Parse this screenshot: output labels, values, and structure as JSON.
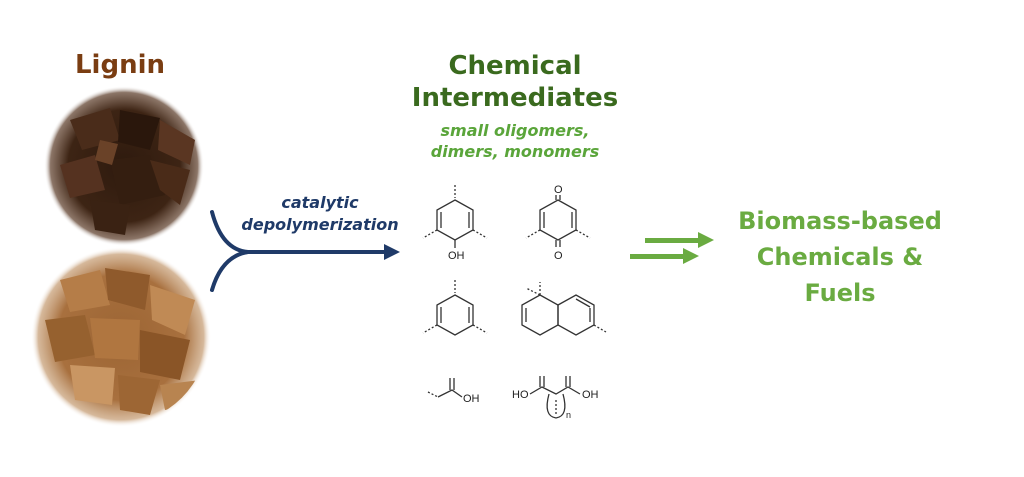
{
  "left": {
    "title": "Lignin",
    "photos": [
      {
        "label": "dark lignin powder",
        "color": "#3d2414"
      },
      {
        "label": "light lignin powder",
        "color": "#a8703e"
      }
    ]
  },
  "process": {
    "label_line1": "catalytic",
    "label_line2": "depolymerization",
    "arrow_color": "#1f3a68"
  },
  "intermediates": {
    "title_line1": "Chemical",
    "title_line2": "Intermediates",
    "subtitle_line1": "small oligomers,",
    "subtitle_line2": "dimers, monomers",
    "structures": {
      "phenol_oh": "OH",
      "quinone_o_top": "O",
      "quinone_o_bottom": "O",
      "acid_oh": "OH",
      "diacid_ho": "HO",
      "diacid_oh": "OH",
      "diacid_n": "n"
    }
  },
  "products": {
    "line1": "Biomass-based",
    "line2": "Chemicals &",
    "line3": "Fuels",
    "arrow_color": "#6aab41"
  },
  "colors": {
    "lignin_title": "#7a3d12",
    "intermediates_title": "#3a6a1e",
    "intermediates_sub": "#5aa53a",
    "products": "#6aab41"
  }
}
